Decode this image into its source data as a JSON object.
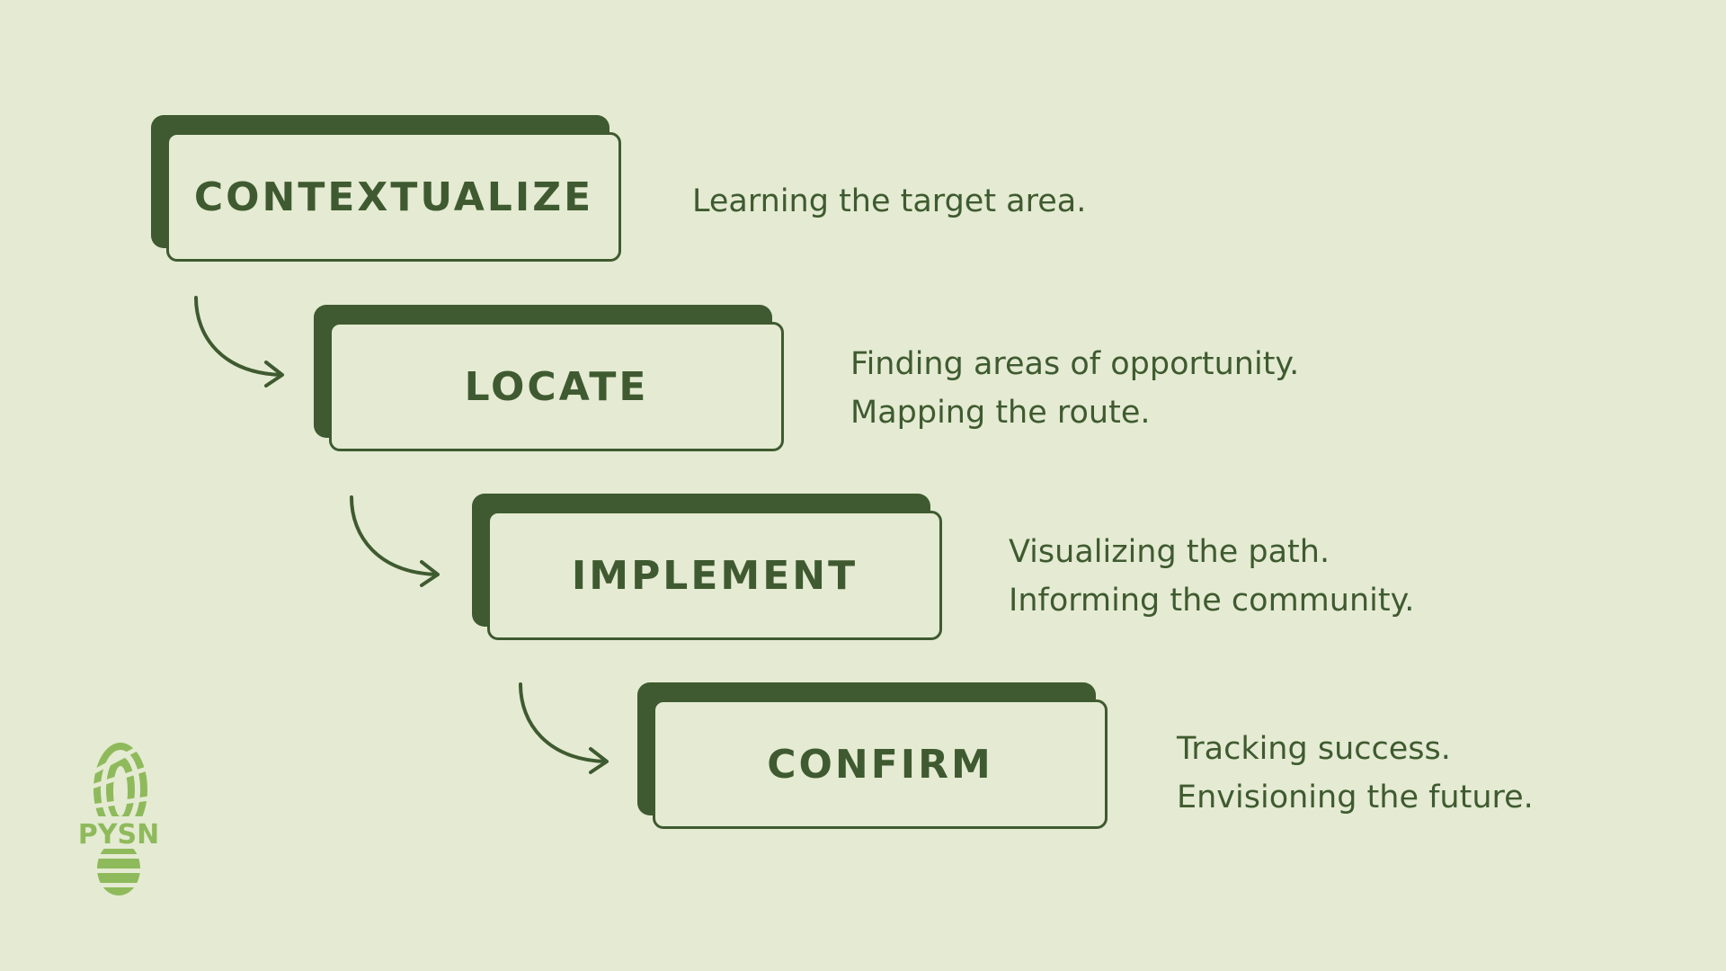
{
  "steps": [
    {
      "label": "CONTEXTUALIZE",
      "lines": [
        "Learning the target area."
      ]
    },
    {
      "label": "LOCATE",
      "lines": [
        "Finding areas of opportunity.",
        "Mapping the route."
      ]
    },
    {
      "label": "IMPLEMENT",
      "lines": [
        "Visualizing the path.",
        "Informing the community."
      ]
    },
    {
      "label": "CONFIRM",
      "lines": [
        "Tracking success.",
        "Envisioning the future."
      ]
    }
  ],
  "logo": {
    "text": "PYSN",
    "icon": "footprint-icon"
  },
  "colors": {
    "background": "#e4ebd2",
    "primary": "#3f5a30",
    "logo": "#8fba5c"
  }
}
